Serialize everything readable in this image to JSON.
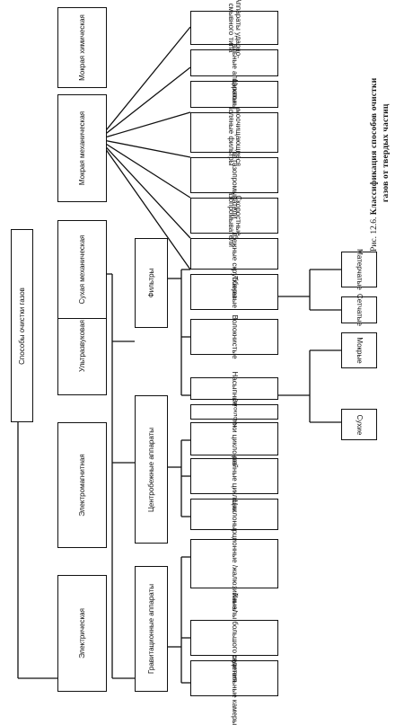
{
  "root": "Способы очистки газов",
  "methods": [
    "Электрическая",
    "Электромагнитная",
    "Ультразвуковая",
    "Сухая механическая",
    "Мокрая механическая",
    "Мокрая химическая"
  ],
  "dry_groups": [
    "Гравитационные аппараты",
    "Центробежные аппараты",
    "Фильтры"
  ],
  "gravity_items": [
    "Пылеосадительные камеры",
    "Каналы большого сечения",
    "Инерционные /жалюзийные/"
  ],
  "centrifugal_items": [
    "Циклоны",
    "Батарейные циклоны",
    "Блоки циклонов",
    "Ротоклоны"
  ],
  "filter_items": [
    "Насыпные",
    "Волокнистые",
    "Тканевые"
  ],
  "bulk_subtypes": [
    "Сухие",
    "Мокрые"
  ],
  "fabric_subtypes": [
    "Сетчатые",
    "Матерчатые"
  ],
  "wet_items": [
    "Центробежные скрубберы",
    "Скоростные газопромыватели",
    "Пенные газопромыватели",
    "Самоочищающиеся масляные фильтры",
    "Циклоны",
    "Специальные аппараты",
    "Аппараты ударно-смывного типа"
  ],
  "caption": {
    "label": "Рис. 12.6.",
    "line1": "Классификация способов очистки",
    "line2": "газов от твердых частиц"
  }
}
